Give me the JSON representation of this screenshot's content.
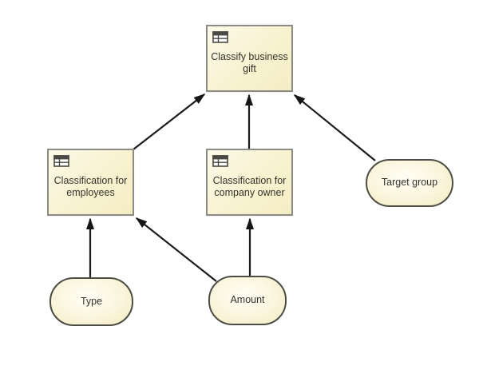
{
  "diagram": {
    "kind": "decision-requirements-diagram",
    "nodes": {
      "classify_business_gift": {
        "label": "Classify business gift",
        "shape": "rectangle",
        "icon": "decision-table-icon"
      },
      "classification_for_employees": {
        "label": "Classification for employees",
        "shape": "rectangle",
        "icon": "decision-table-icon"
      },
      "classification_for_company_owner": {
        "label": "Classification for company owner",
        "shape": "rectangle",
        "icon": "decision-table-icon"
      },
      "target_group": {
        "label": "Target group",
        "shape": "rounded",
        "icon": null
      },
      "type": {
        "label": "Type",
        "shape": "rounded",
        "icon": null
      },
      "amount": {
        "label": "Amount",
        "shape": "rounded",
        "icon": null
      }
    },
    "edges": [
      {
        "from": "classification_for_employees",
        "to": "classify_business_gift"
      },
      {
        "from": "classification_for_company_owner",
        "to": "classify_business_gift"
      },
      {
        "from": "target_group",
        "to": "classify_business_gift"
      },
      {
        "from": "type",
        "to": "classification_for_employees"
      },
      {
        "from": "amount",
        "to": "classification_for_employees"
      },
      {
        "from": "amount",
        "to": "classification_for_company_owner"
      }
    ],
    "colors": {
      "background": "#FFFFFF",
      "node_fill_light": "#FCFAE9",
      "node_fill_dark": "#F4EDC4",
      "box_border": "#8C8C84",
      "oval_border": "#4D4D45",
      "arrow": "#1C1C1C",
      "text": "#33332C",
      "icon": "#4A4A44"
    }
  }
}
